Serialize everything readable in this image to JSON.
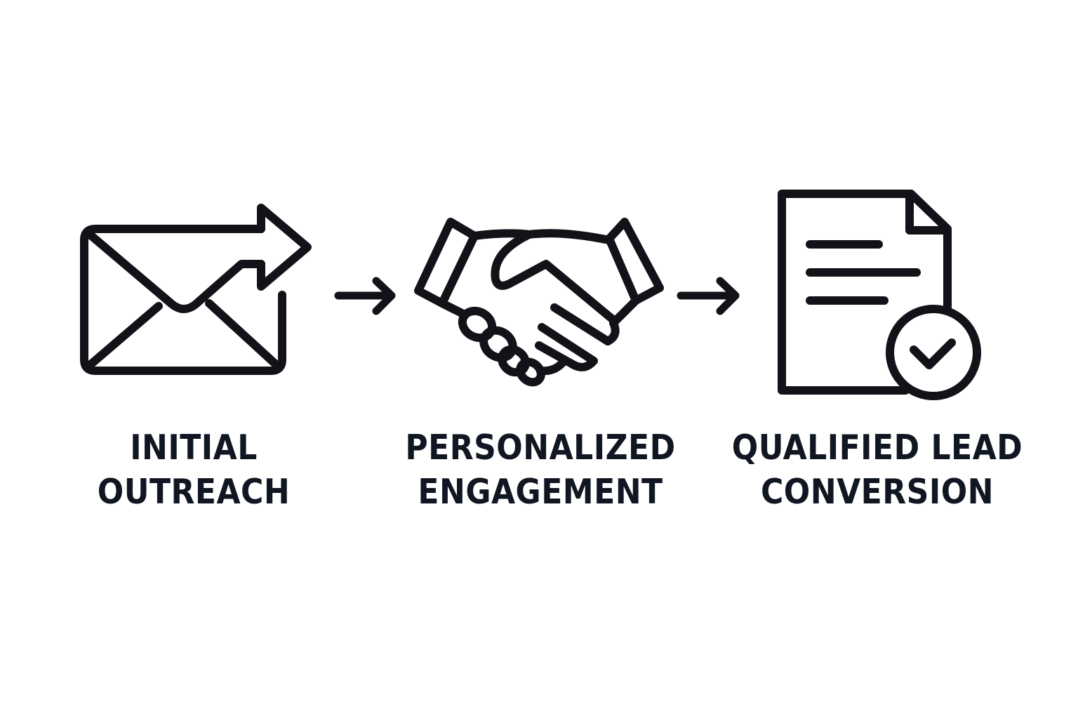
{
  "diagram": {
    "type": "process-flow",
    "colors": {
      "stroke": "#111318",
      "text": "#111722",
      "background": "#ffffff"
    },
    "steps": [
      {
        "id": "initial-outreach",
        "icon": "email-send-icon",
        "label_line1": "INITIAL",
        "label_line2": "OUTREACH"
      },
      {
        "id": "personalized-engagement",
        "icon": "handshake-icon",
        "label_line1": "PERSONALIZED",
        "label_line2": "ENGAGEMENT"
      },
      {
        "id": "qualified-lead-conversion",
        "icon": "document-check-icon",
        "label_line1": "QUALIFIED LEAD",
        "label_line2": "CONVERSION"
      }
    ],
    "connectors": [
      {
        "from": "initial-outreach",
        "to": "personalized-engagement",
        "icon": "arrow-right-icon"
      },
      {
        "from": "personalized-engagement",
        "to": "qualified-lead-conversion",
        "icon": "arrow-right-icon"
      }
    ]
  }
}
